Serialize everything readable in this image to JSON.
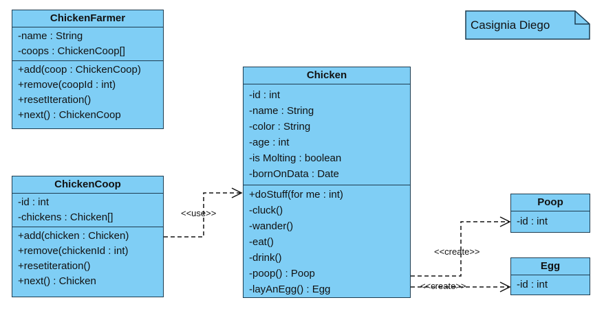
{
  "note": {
    "text": "Casignia Diego"
  },
  "classes": {
    "farmer": {
      "name": "ChickenFarmer",
      "attributes": [
        "-name : String",
        "-coops : ChickenCoop[]"
      ],
      "operations": [
        "+add(coop : ChickenCoop)",
        "+remove(coopId : int)",
        "+resetIteration()",
        "+next() : ChickenCoop"
      ]
    },
    "coop": {
      "name": "ChickenCoop",
      "attributes": [
        "-id : int",
        "-chickens : Chicken[]"
      ],
      "operations": [
        "+add(chicken : Chicken)",
        "+remove(chickenId : int)",
        "+resetiteration()",
        "+next() : Chicken"
      ]
    },
    "chicken": {
      "name": "Chicken",
      "attributes": [
        "-id : int",
        "-name : String",
        "-color : String",
        "-age : int",
        "-is Molting : boolean",
        "-bornOnData : Date"
      ],
      "operations": [
        "+doStuff(for me : int)",
        "-cluck()",
        "-wander()",
        "-eat()",
        "-drink()",
        "-poop() : Poop",
        "-layAnEgg() : Egg"
      ]
    },
    "poop": {
      "name": "Poop",
      "attributes": [
        "-id : int"
      ]
    },
    "egg": {
      "name": "Egg",
      "attributes": [
        "-id : int"
      ]
    }
  },
  "relations": {
    "use": "<<use>>",
    "create_poop": "<<create>>",
    "create_egg": "<<create>>"
  }
}
